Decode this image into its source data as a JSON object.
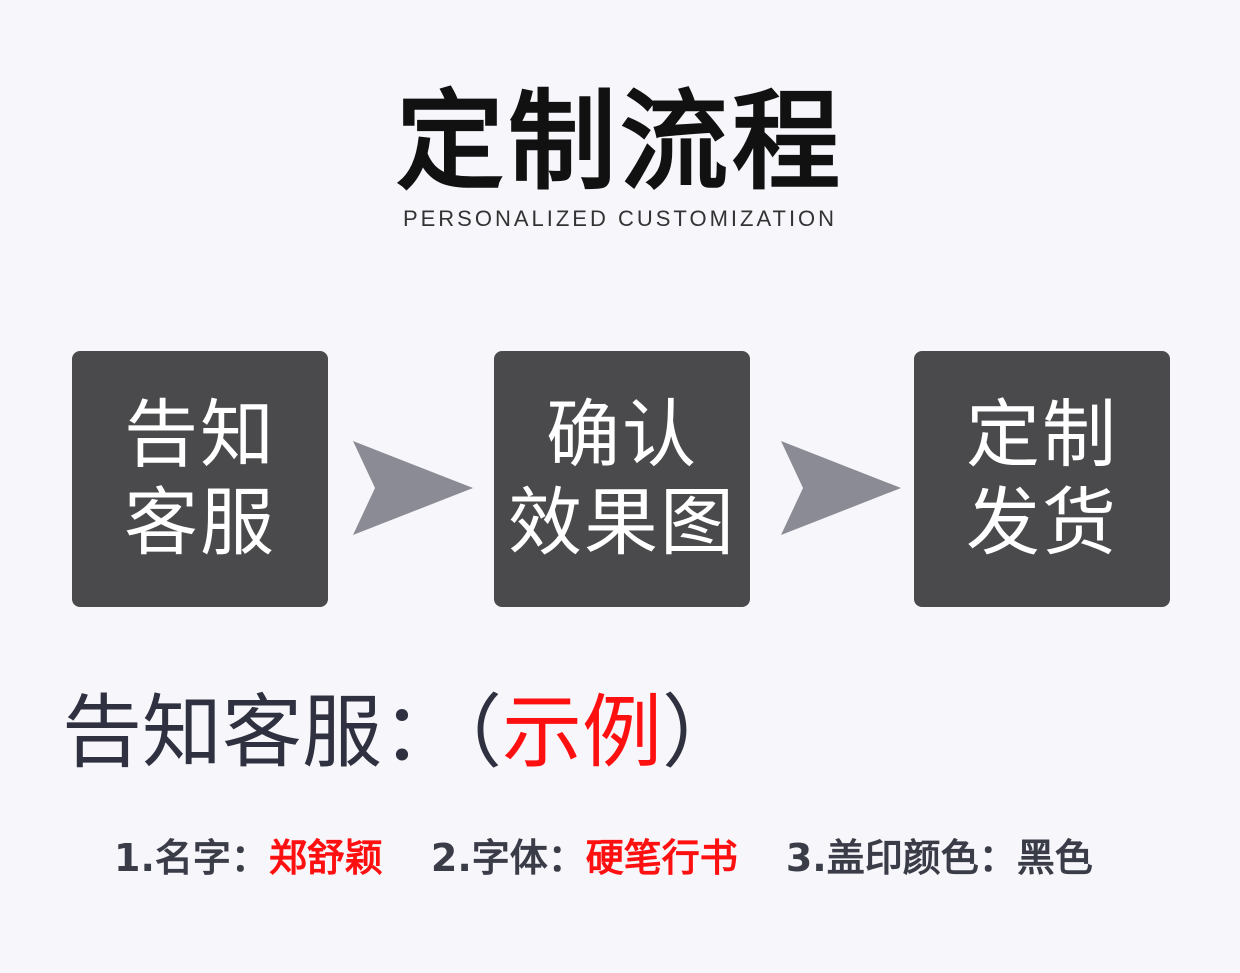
{
  "header": {
    "title": "定制流程",
    "subtitle": "PERSONALIZED CUSTOMIZATION"
  },
  "steps": [
    {
      "line1": "告知",
      "line2": "客服"
    },
    {
      "line1": "确认",
      "line2": "效果图"
    },
    {
      "line1": "定制",
      "line2": "发货"
    }
  ],
  "example": {
    "label": "告知客服：",
    "open_paren": "（",
    "accent_text": "示例",
    "close_paren": "）"
  },
  "details": {
    "name_label": "1.名字：",
    "name_value": "郑舒颖",
    "font_label": "2.字体：",
    "font_value": "硬笔行书",
    "color_label": "3.盖印颜色：",
    "color_value": "黑色"
  },
  "colors": {
    "background": "#f7f6fb",
    "step_box": "#4a4a4c",
    "arrow": "#8a8b95",
    "accent": "#ff1010",
    "text_dark": "#2f3140"
  },
  "icons": [
    "arrow-right-icon"
  ]
}
